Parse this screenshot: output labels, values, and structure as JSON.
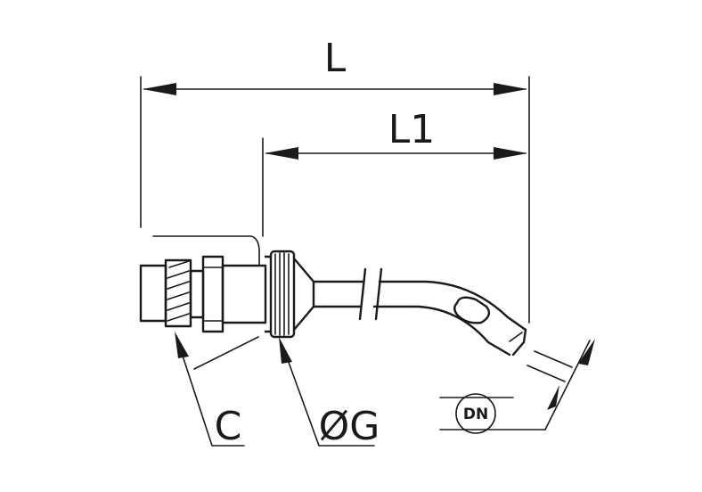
{
  "labels": {
    "length_total": "L",
    "length_partial": "L1",
    "thread": "C",
    "outer_diameter": "ØG",
    "nominal_diameter": "DN"
  },
  "colors": {
    "ink": "#1a1a1a",
    "background": "#ffffff"
  }
}
